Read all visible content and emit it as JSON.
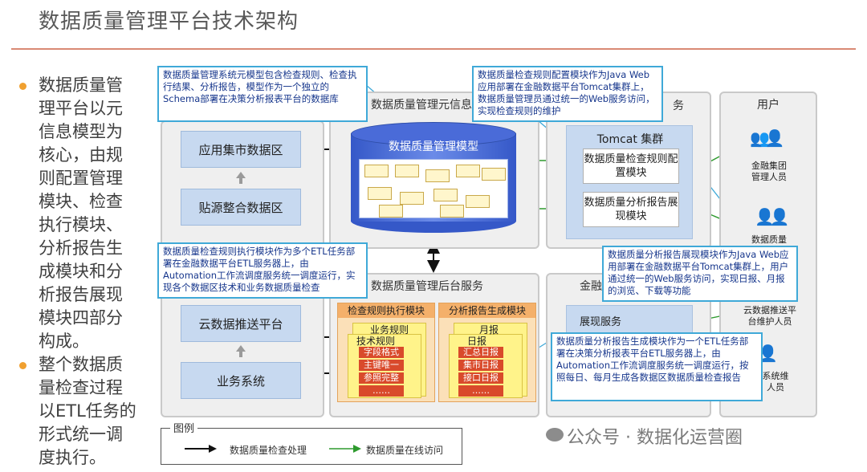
{
  "title": "数据质量管理平台技术架构",
  "bullets": [
    {
      "lines": [
        "数据质量管",
        "理平台以元",
        "信息模型为",
        "核心，由规",
        "则配置管理",
        "模块、检查",
        "执行模块、",
        "分析报告生",
        "成模块和分",
        "析报告展现",
        "模块四部分",
        "构成。"
      ]
    },
    {
      "lines": [
        "整个数据质",
        "量检查过程",
        "以ETL任务的",
        "形式统一调",
        "度执行。"
      ]
    }
  ],
  "zones": [
    "应用集市数据区",
    "贴源整合数据区",
    "云数据推送平台",
    "业务系统"
  ],
  "meta_panel": {
    "title": "数据质量管理元信息",
    "db_label": "数据质量管理模型"
  },
  "web_panel": {
    "title": "务",
    "cluster": "Tomcat 集群",
    "modules": [
      "数据质量检查规则配置模块",
      "数据质量分析报告展现模块"
    ]
  },
  "backend_panel": {
    "title": "数据质量管理后台服务",
    "exec_head": "检查规则执行模块",
    "exec_items": [
      "业务规则",
      "技术规则"
    ],
    "exec_chips": [
      "字段格式",
      "主键唯一",
      "参照完整",
      "……"
    ],
    "report_head": "分析报告生成模块",
    "report_items": [
      "月报",
      "日报"
    ],
    "report_chips": [
      "汇总日报",
      "集市日报",
      "接口日报",
      "……"
    ]
  },
  "fin_panel": {
    "title": "金融",
    "service": "展现服务"
  },
  "users_panel": {
    "title": "用户",
    "users": [
      {
        "label": "金融集团\n管理人员"
      },
      {
        "label": "数据质量"
      },
      {
        "label": "云数据推送平\n台维护人员"
      },
      {
        "label": "系统维\n人员"
      }
    ]
  },
  "callouts": {
    "c1": "数据质量管理系统元模型包含检查规则、检查执行结果、分析报告，模型作为一个独立的Schema部署在决策分析报表平台的数据库",
    "c2": "数据质量检查规则配置模块作为Java Web应用部署在金融数据平台Tomcat集群上，数据质量管理员通过统一的Web服务访问，实现检查规则的维护",
    "c3": "数据质量检查规则执行模块作为多个ETL任务部署在金融数据平台ETL服务器上，由Automation工作流调度服务统一调度运行，实现各个数据区技术和业务数据质量检查",
    "c4": "数据质量分析报告展现模块作为Java Web应用部署在金融数据平台Tomcat集群上，用户通过统一的Web服务访问，实现日报、月报的浏览、下载等功能",
    "c5": "数据质量分析报告生成模块作为一个ETL任务部署在决策分析报表平台ETL服务器上，由Automation工作流调度服务统一调度运行，按照每日、每月生成各数据区数据质量检查报告"
  },
  "legend": {
    "title": "图例",
    "black": "数据质量检查处理",
    "green": "数据质量在线访问"
  },
  "watermark": "公众号 · 数据化运营圈",
  "colors": {
    "callout_border": "#3fa9d8",
    "zone_fill": "#c7d9f0",
    "chip_red": "#d94a2b",
    "green_arrow": "#2e9a2e",
    "title_rule": "#d98a74"
  }
}
